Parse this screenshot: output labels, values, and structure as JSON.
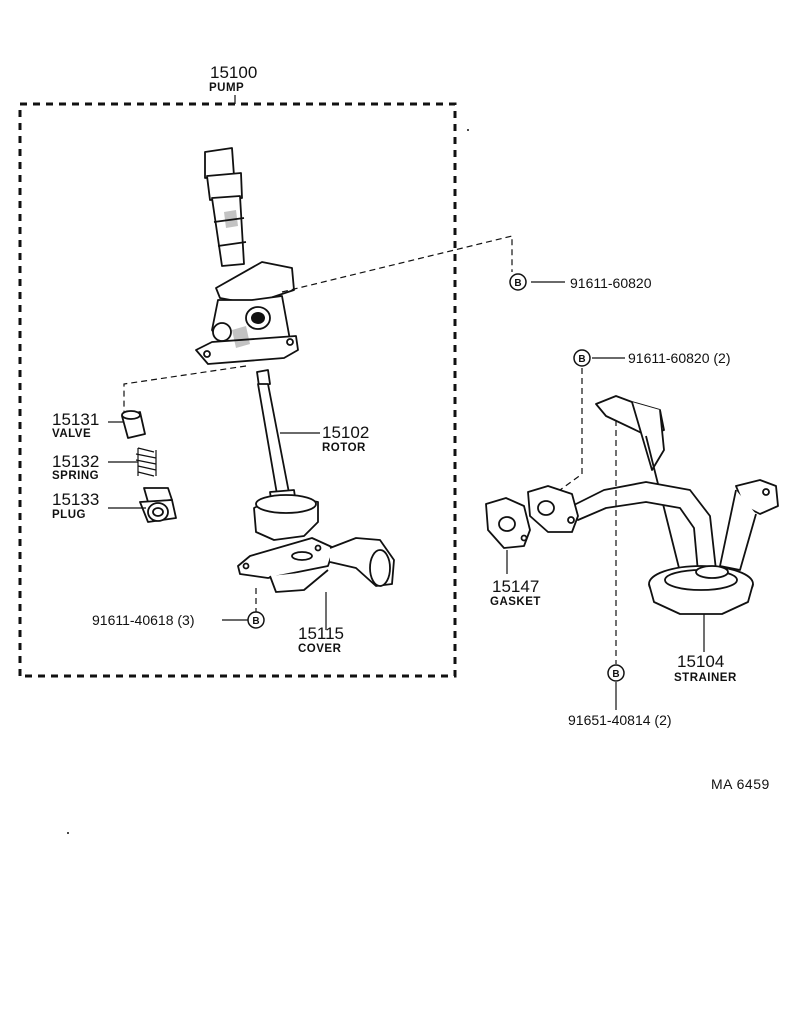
{
  "pump": {
    "number": "15100",
    "name": "PUMP"
  },
  "rotor": {
    "number": "15102",
    "name": "ROTOR"
  },
  "valve": {
    "number": "15131",
    "name": "VALVE"
  },
  "spring": {
    "number": "15132",
    "name": "SPRING"
  },
  "plug": {
    "number": "15133",
    "name": "PLUG"
  },
  "cover": {
    "number": "15115",
    "name": "COVER"
  },
  "gasket": {
    "number": "15147",
    "name": "GASKET"
  },
  "strainer": {
    "number": "15104",
    "name": "STRAINER"
  },
  "bolts": {
    "pump_mount": "91611-60820",
    "strainer_mount": "91611-60820 (2)",
    "cover": "91611-40618 (3)",
    "strainer_lower": "91651-40814 (2)",
    "symbol": "B"
  },
  "figure_ref": "MA 6459"
}
